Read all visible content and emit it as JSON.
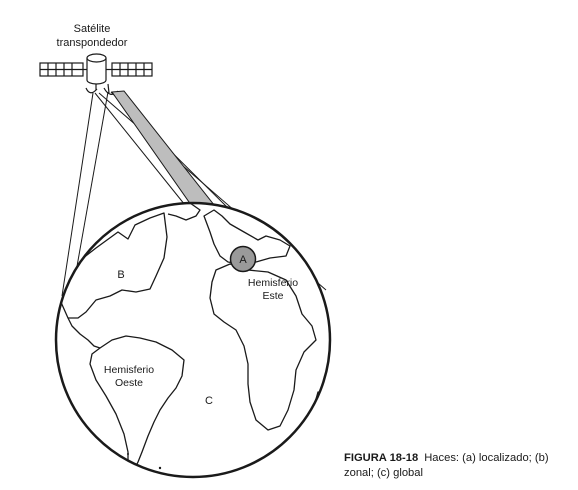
{
  "satellite": {
    "label_line1": "Satélite",
    "label_line2": "transpondedor"
  },
  "regions": {
    "spot_label": "A",
    "zonal_label": "B",
    "global_label": "C"
  },
  "hemispheres": {
    "east_line1": "Hemisferio",
    "east_line2": "Este",
    "west_line1": "Hemisferio",
    "west_line2": "Oeste"
  },
  "caption": {
    "figure": "FIGURA 18-18",
    "text": "Haces: (a) localizado; (b) zonal; (c) global"
  },
  "colors": {
    "ink": "#1a1a1a",
    "beam_fill": "#bdbdbd",
    "spot_fill": "#9a9a9a"
  }
}
